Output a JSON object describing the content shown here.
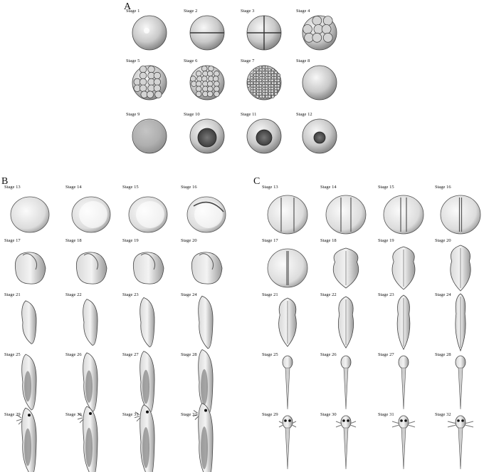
{
  "panels": [
    {
      "letter": "A",
      "stages": [
        "Stage 1",
        "Stage 2",
        "Stage 3",
        "Stage 4",
        "Stage 5",
        "Stage 6",
        "Stage 7",
        "Stage 8",
        "Stage 9",
        "Stage 10",
        "Stage 11",
        "Stage 12"
      ]
    },
    {
      "letter": "B",
      "stages": [
        "Stage 13",
        "Stage 14",
        "Stage 15",
        "Stage 16",
        "Stage 17",
        "Stage 18",
        "Stage 19",
        "Stage 20",
        "Stage 21",
        "Stage 22",
        "Stage 23",
        "Stage 24",
        "Stage 25",
        "Stage 26",
        "Stage 27",
        "Stage 28",
        "Stage 29",
        "Stage 30",
        "Stage 31",
        "Stage 32"
      ]
    },
    {
      "letter": "C",
      "stages": [
        "Stage 13",
        "Stage 14",
        "Stage 15",
        "Stage 16",
        "Stage 17",
        "Stage 18",
        "Stage 19",
        "Stage 20",
        "Stage 21",
        "Stage 22",
        "Stage 23",
        "Stage 24",
        "Stage 25",
        "Stage 26",
        "Stage 27",
        "Stage 28",
        "Stage 29",
        "Stage 30",
        "Stage 31",
        "Stage 32"
      ]
    }
  ]
}
